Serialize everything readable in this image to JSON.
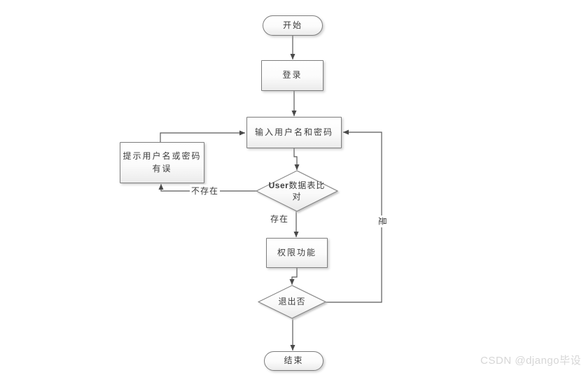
{
  "diagram": {
    "type": "flowchart",
    "nodes": {
      "start": {
        "label": "开始",
        "shape": "stadium"
      },
      "login": {
        "label": "登录",
        "shape": "rect"
      },
      "input": {
        "label": "输入用户名和密码",
        "shape": "rect"
      },
      "error": {
        "line1": "提示用户名或密码",
        "line2": "有误",
        "shape": "rect"
      },
      "check": {
        "latin": "User",
        "line1_rest": "数据表比",
        "line2": "对",
        "shape": "diamond"
      },
      "perm": {
        "label": "权限功能",
        "shape": "rect"
      },
      "exit": {
        "label": "退出否",
        "shape": "diamond"
      },
      "end": {
        "label": "结束",
        "shape": "stadium"
      }
    },
    "edge_labels": {
      "not_exist": "不存在",
      "exist": "存在",
      "yes": "是"
    },
    "colors": {
      "node_border": "#7d7d7d",
      "node_fill_top": "#ffffff",
      "node_fill_bottom": "#ebebeb",
      "connector": "#595959",
      "arrowhead": "#4a4a4a",
      "text": "#3c3c3c",
      "background": "#ffffff"
    }
  },
  "watermark": {
    "text": "CSDN @django毕设",
    "color": "#d6d6d6"
  }
}
